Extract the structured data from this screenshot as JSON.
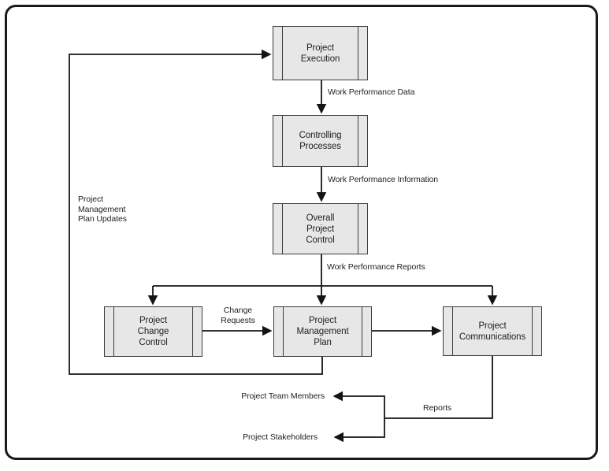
{
  "diagram": {
    "nodes": [
      {
        "id": "project-execution",
        "label": "Project\nExecution"
      },
      {
        "id": "controlling-processes",
        "label": "Controlling\nProcesses"
      },
      {
        "id": "overall-project-control",
        "label": "Overall\nProject\nControl"
      },
      {
        "id": "project-change-control",
        "label": "Project\nChange\nControl"
      },
      {
        "id": "project-management-plan",
        "label": "Project\nManagement\nPlan"
      },
      {
        "id": "project-communications",
        "label": "Project\nCommunications"
      }
    ],
    "endpoints": [
      {
        "id": "project-team-members",
        "label": "Project Team Members"
      },
      {
        "id": "project-stakeholders",
        "label": "Project Stakeholders"
      }
    ],
    "edges": [
      {
        "from": "Project Execution",
        "to": "Controlling Processes",
        "label": "Work Performance Data"
      },
      {
        "from": "Controlling Processes",
        "to": "Overall Project Control",
        "label": "Work Performance Information"
      },
      {
        "from": "Overall Project Control",
        "to": [
          "Project Change Control",
          "Project Management Plan",
          "Project Communications"
        ],
        "label": "Work Performance Reports"
      },
      {
        "from": "Project Change Control",
        "to": "Project Management Plan",
        "label": "Change\nRequests"
      },
      {
        "from": "Project Management Plan",
        "to": "Project Communications",
        "label": ""
      },
      {
        "from": "Project Management Plan",
        "to": "Project Execution",
        "label": "Project\nManagement\nPlan Updates"
      },
      {
        "from": "Project Communications",
        "to": [
          "Project Team Members",
          "Project Stakeholders"
        ],
        "label": "Reports"
      }
    ],
    "colors": {
      "background": "#ffffff",
      "frame_border": "#1a1a1a",
      "node_fill": "#e7e7e7",
      "node_border": "#3c3c3c",
      "line": "#141414",
      "text": "#1f1f1f"
    }
  }
}
